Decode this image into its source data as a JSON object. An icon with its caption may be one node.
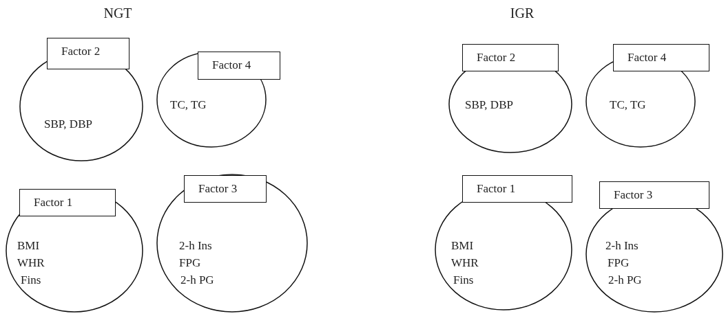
{
  "diagram": {
    "nodes": [
      {
        "text": [
          "Factor 2",
          "SBP, DBP"
        ]
      },
      {
        "text": [
          "Factor 4",
          "TC, TG"
        ]
      },
      {
        "text": [
          "Factor 1",
          "BMI",
          "WHR",
          "Fins"
        ]
      },
      {
        "text": [
          "Factor 3",
          "2-h Ins",
          "FPG",
          "2-h PG"
        ]
      },
      {
        "text": [
          "Factor 2",
          "SBP, DBP"
        ]
      },
      {
        "text": [
          "Factor 4",
          "TC, TG"
        ]
      },
      {
        "text": [
          "Factor 1",
          "BMI",
          "WHR",
          "Fins"
        ]
      },
      {
        "text": [
          "Factor 3",
          "2-h Ins",
          "FPG",
          "2-h PG"
        ]
      }
    ],
    "labels": [
      "NGT",
      "IGR"
    ]
  }
}
